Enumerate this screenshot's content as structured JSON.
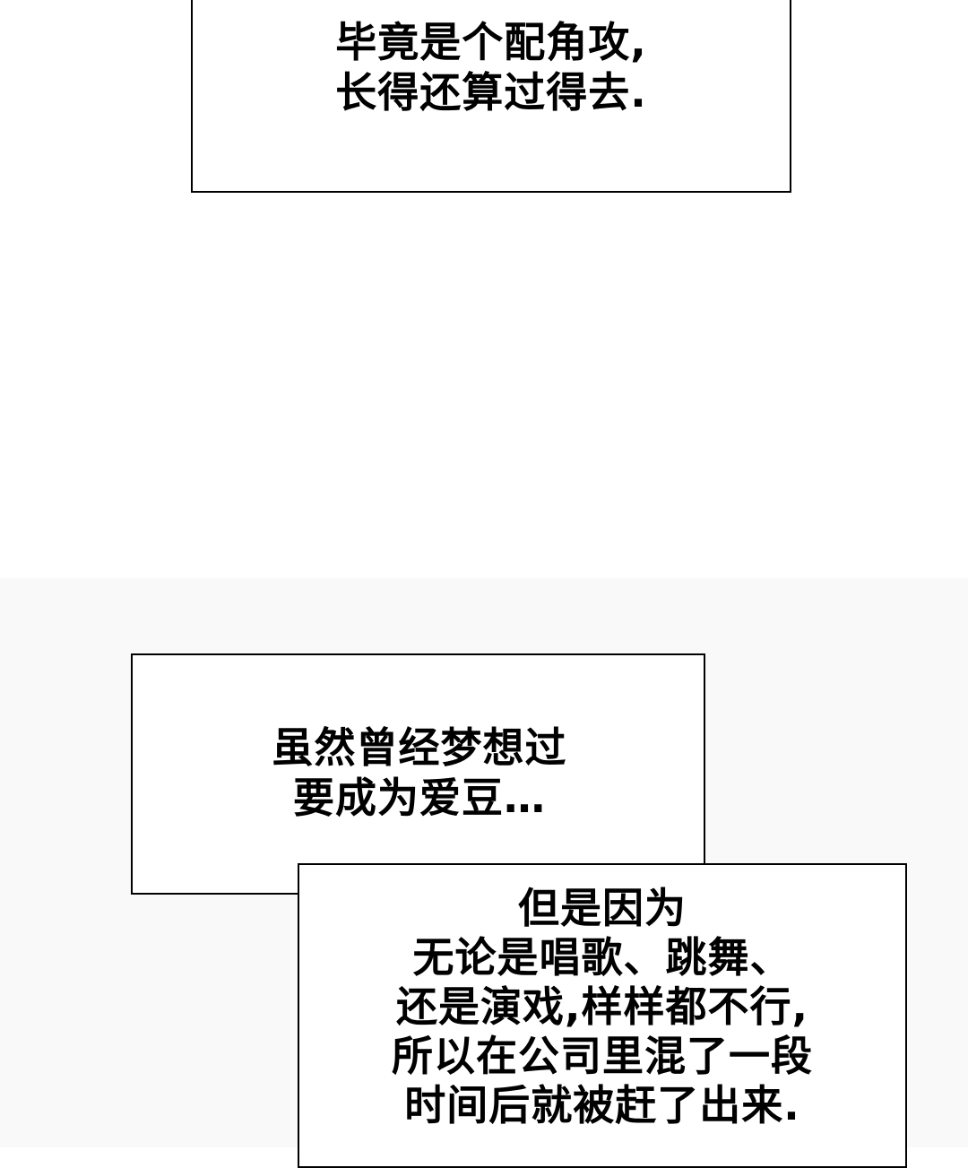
{
  "captions": {
    "first": "毕竟是个配角攻,\n长得还算过得去.",
    "second": "虽然曾经梦想过\n要成为爱豆…",
    "third": "但是因为\n无论是唱歌、跳舞、\n还是演戏,样样都不行,\n所以在公司里混了一段\n时间后就被赶了出来."
  },
  "colors": {
    "page_background": "#ffffff",
    "lower_panel_background": "#f9f9f9",
    "box_border": "#000000"
  }
}
